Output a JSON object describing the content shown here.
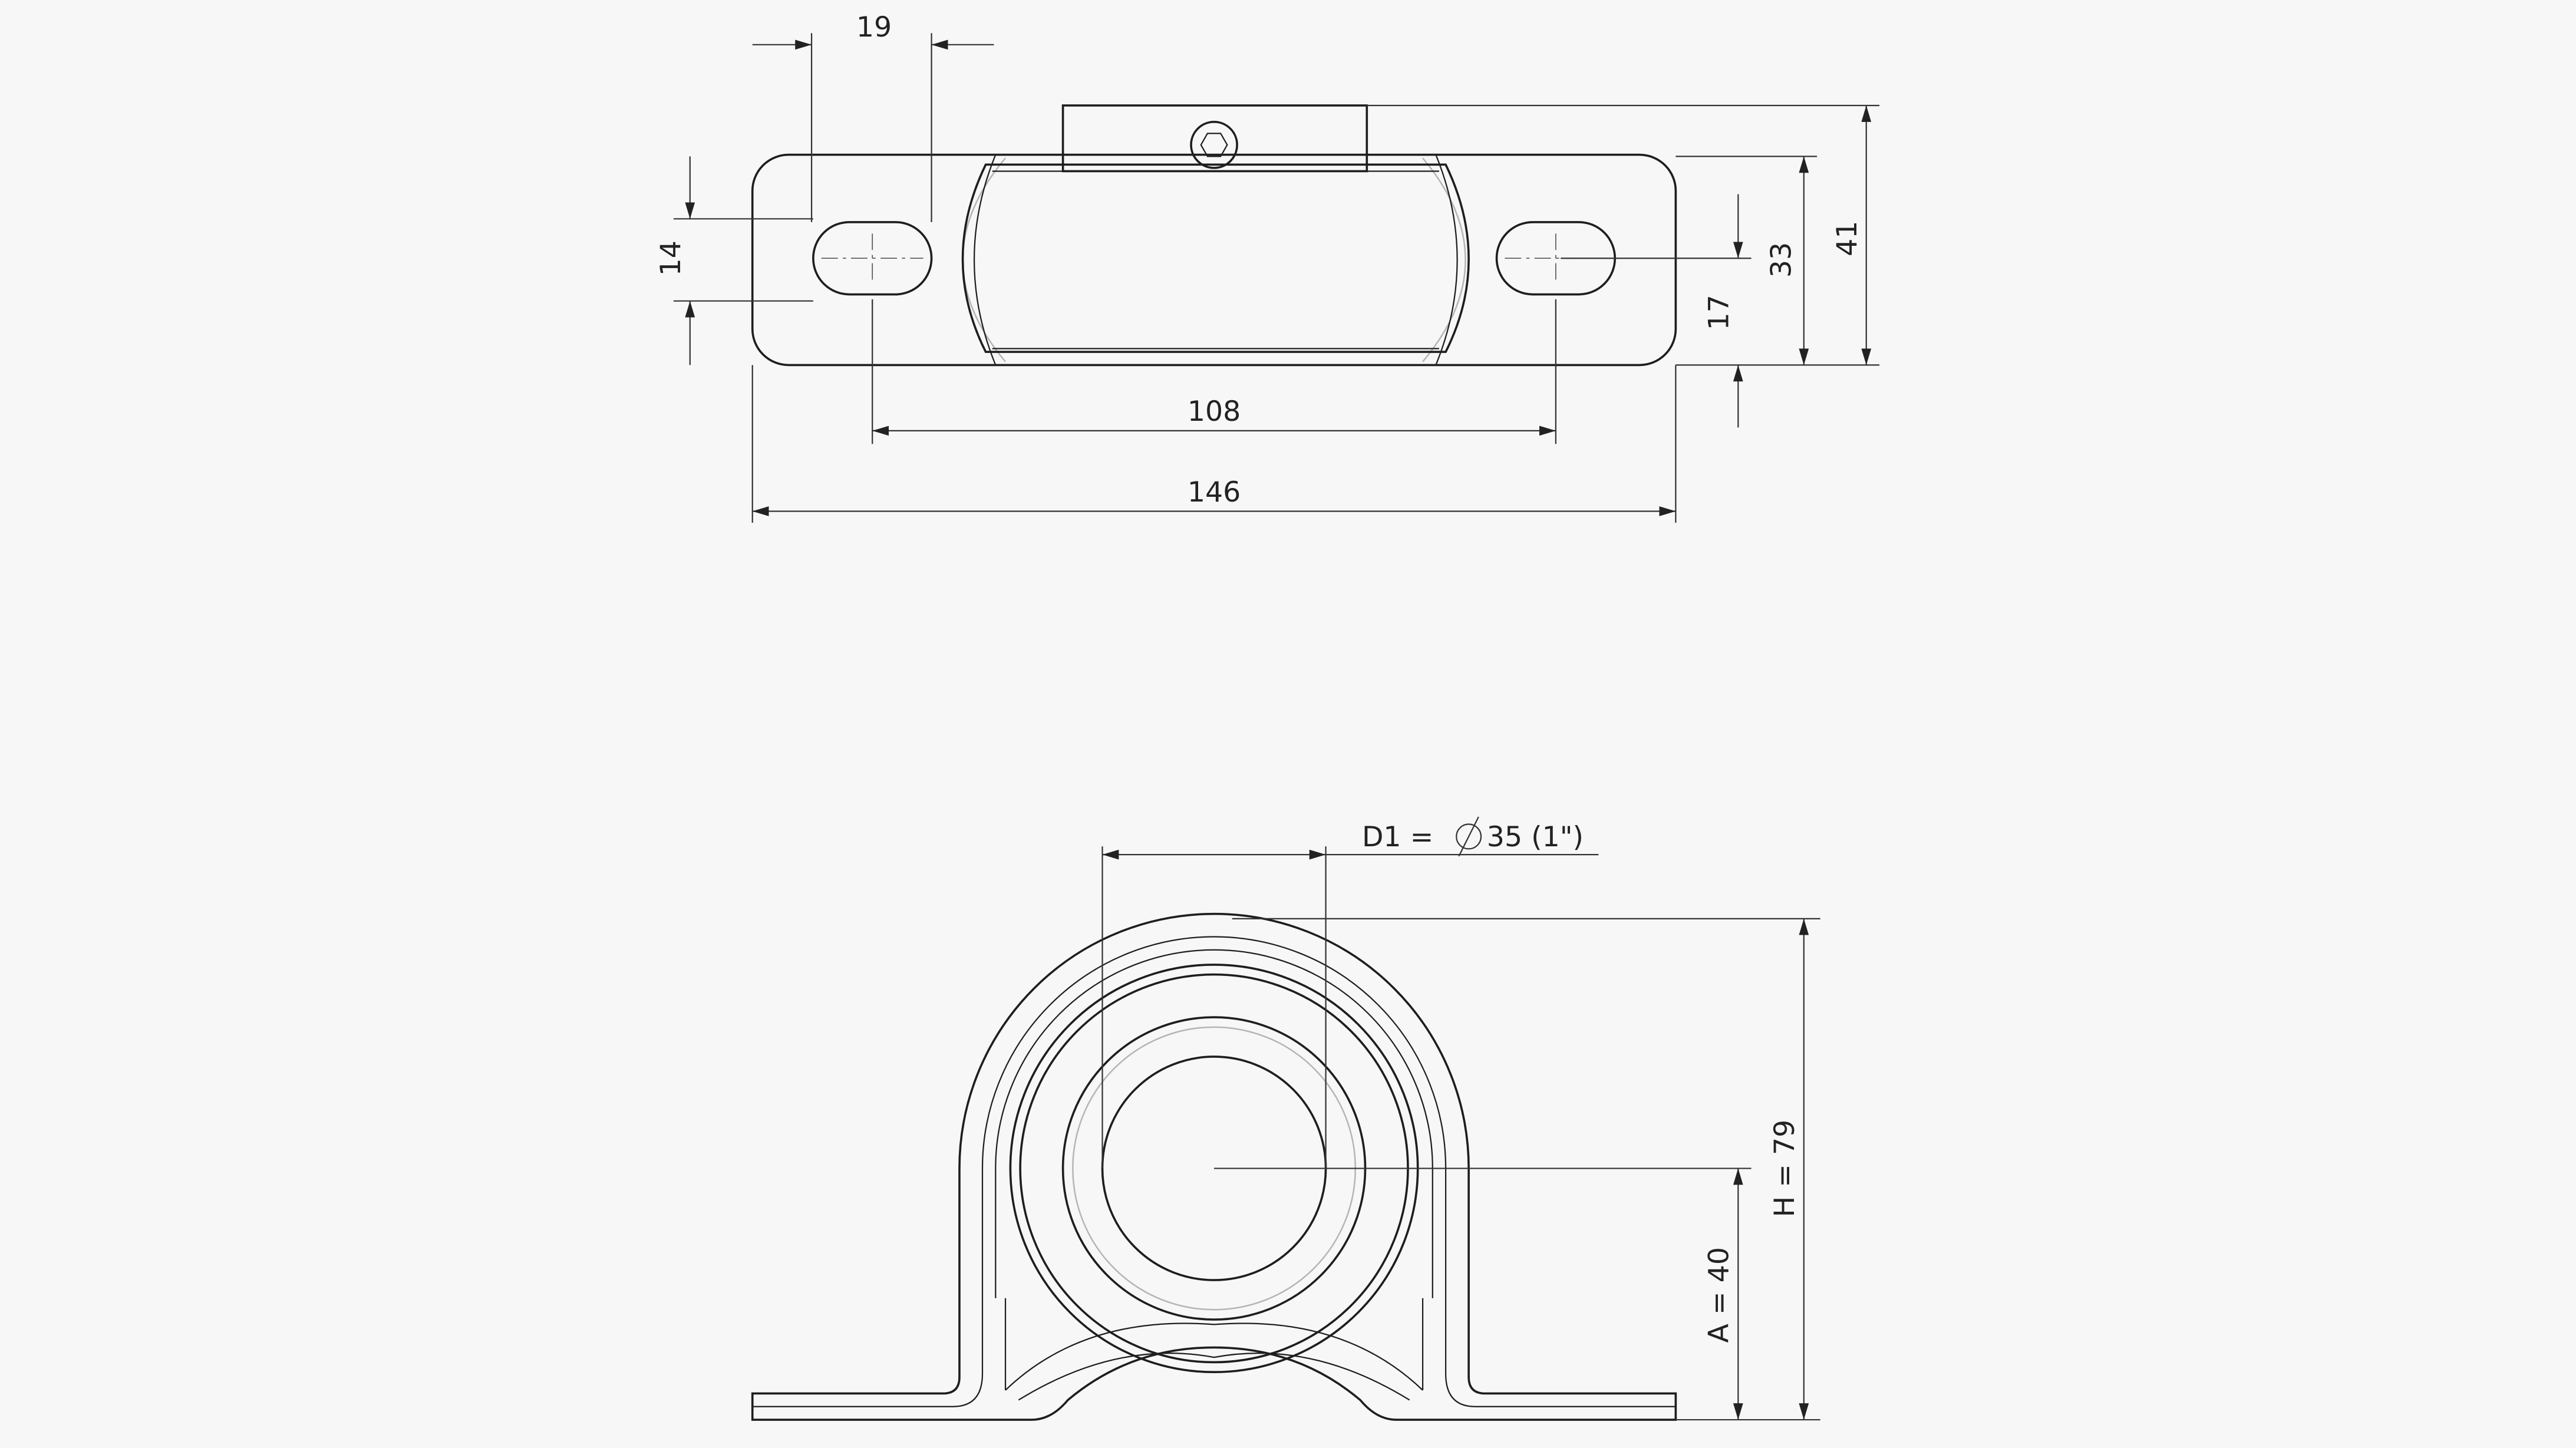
{
  "top_view": {
    "dims": {
      "slot_length": "19",
      "slot_width": "14",
      "hole_spacing": "108",
      "base_length": "146",
      "center_height": "17",
      "housing_height": "33",
      "total_height": "41"
    }
  },
  "front_view": {
    "bore_label": "D1 =",
    "bore_value": "35 (1\")",
    "height_label": "H = 79",
    "center_label": "A = 40"
  },
  "colors": {
    "background": "#f7f7f7",
    "line": "#1e1e1e",
    "hidden": "#b5b5b5"
  }
}
